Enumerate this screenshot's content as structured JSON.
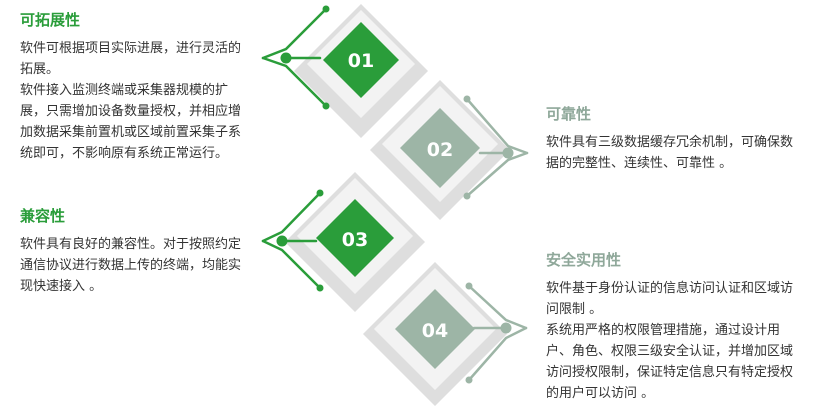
{
  "colors": {
    "green": "#2a9d3a",
    "grey": "#9db5a6",
    "shadow": "#d9d9d9",
    "frame": "#ececec"
  },
  "features": [
    {
      "title": "可拓展性",
      "paragraphs": [
        "软件可根据项目实际进展，进行灵活的拓展。",
        "软件接入监测终端或采集器规模的扩展，只需增加设备数量授权，并相应增加数据采集前置机或区域前置采集子系统即可，不影响原有系统正常运行。"
      ]
    },
    {
      "title": "可靠性",
      "paragraphs": [
        "软件具有三级数据缓存冗余机制，可确保数据的完整性、连续性、可靠性 。"
      ]
    },
    {
      "title": "兼容性",
      "paragraphs": [
        "软件具有良好的兼容性。对于按照约定通信协议进行数据上传的终端，均能实现快速接入 。"
      ]
    },
    {
      "title": "安全实用性",
      "paragraphs": [
        "软件基于身份认证的信息访问认证和区域访问限制 。",
        "系统用严格的权限管理措施，通过设计用户、角色、权限三级安全认证，并增加区域访问授权限制，保证特定信息只有特定授权的用户可以访问 。"
      ]
    }
  ],
  "diamonds": [
    {
      "number": "01",
      "color": "green"
    },
    {
      "number": "02",
      "color": "grey"
    },
    {
      "number": "03",
      "color": "green"
    },
    {
      "number": "04",
      "color": "grey"
    }
  ]
}
